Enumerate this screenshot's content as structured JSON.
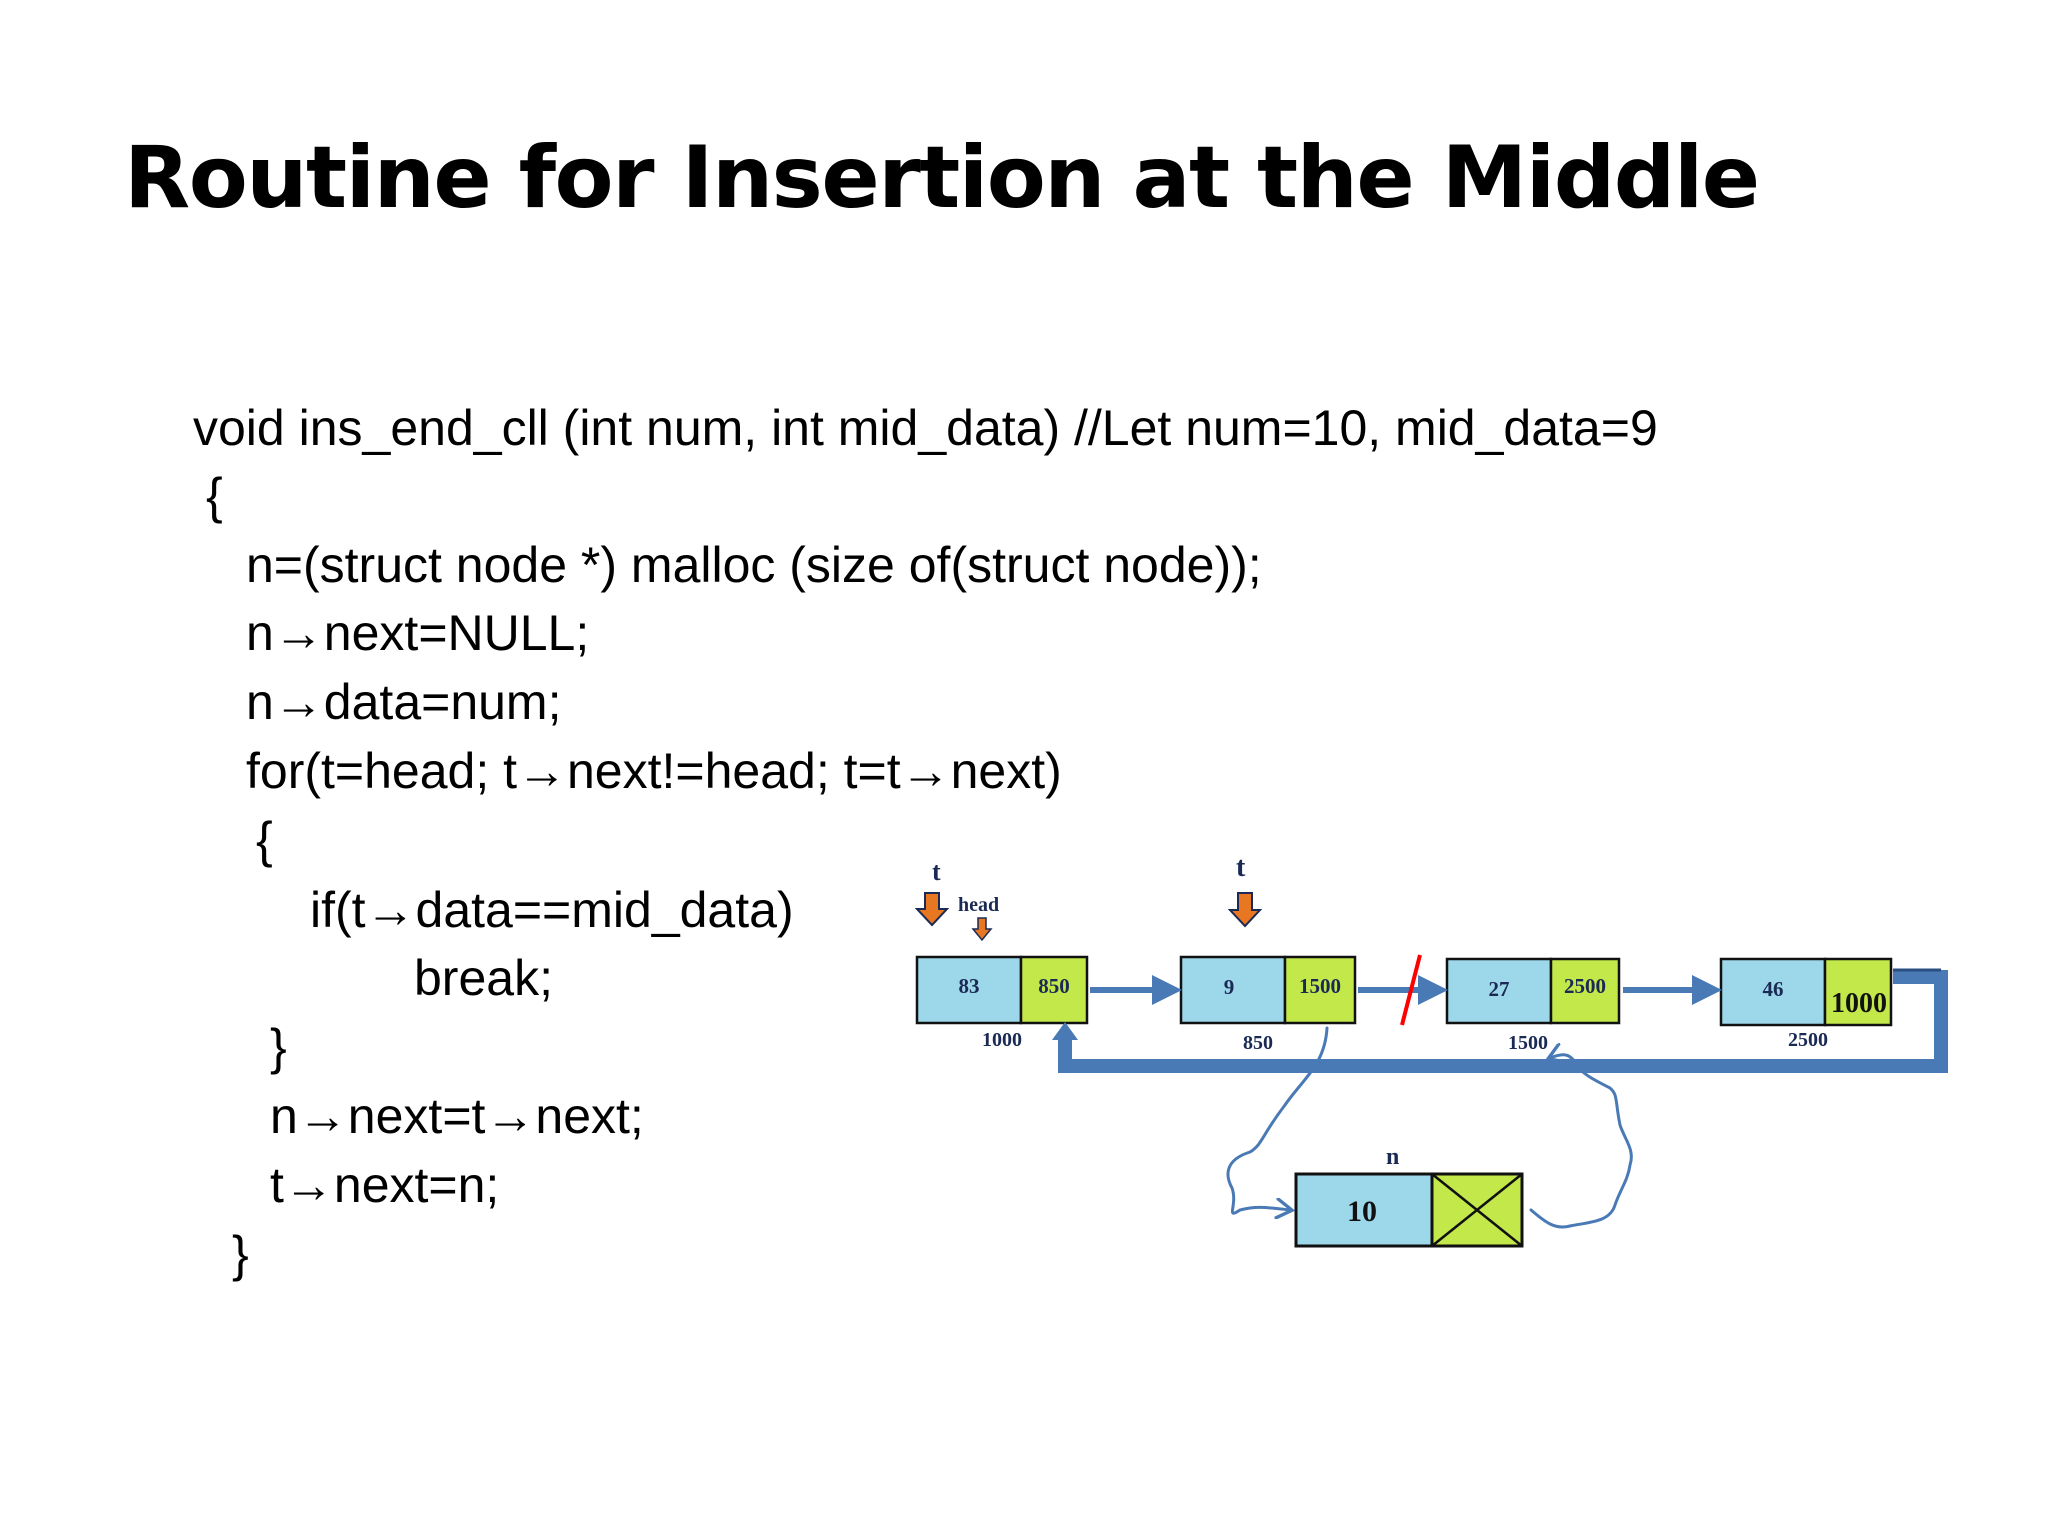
{
  "slide": {
    "title": "Routine for Insertion at the Middle"
  },
  "code": {
    "lines": [
      "void ins_end_cll (int num, int mid_data) //Let num=10, mid_data=9",
      "{",
      "n=(struct node *) malloc (size of(struct node));",
      "n→next=NULL;",
      "n→data=num;",
      "for(t=head; t→next!=head; t=t→next)",
      "{",
      "if(t→data==mid_data)",
      "break;",
      "}",
      "n→next=t→next;",
      "t→next=n;",
      "}"
    ]
  },
  "diagram": {
    "colors": {
      "data_cell": "#9dd7ea",
      "next_cell": "#c3e84a",
      "arrow": "#4a7ab5",
      "cut": "#ff0000",
      "pointer": "#e87722"
    },
    "pointer_labels": {
      "t_first": "t",
      "head": "head",
      "t_second": "t",
      "n": "n"
    },
    "nodes": [
      {
        "data": "83",
        "next": "850",
        "address": "1000"
      },
      {
        "data": "9",
        "next": "1500",
        "address": "850"
      },
      {
        "data": "27",
        "next": "2500",
        "address": "1500"
      },
      {
        "data": "46",
        "next": "1000",
        "address": "2500"
      }
    ],
    "new_node": {
      "data": "10",
      "next_icon": "cross-box-icon"
    }
  }
}
